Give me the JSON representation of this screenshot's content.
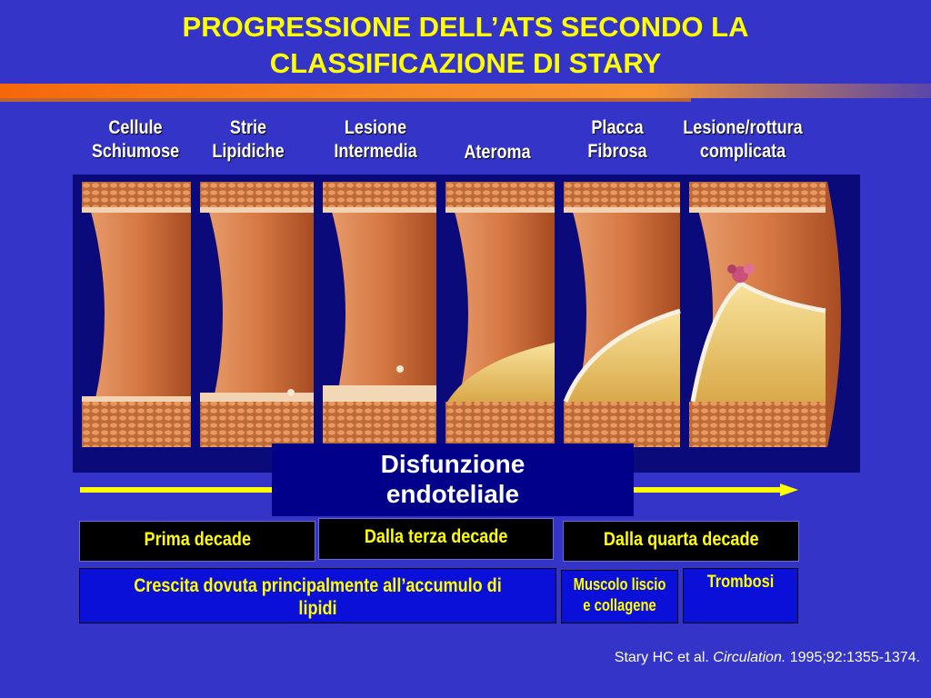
{
  "title": {
    "line1": "PROGRESSIONE DELL’ATS SECONDO LA",
    "line2": "CLASSIFICAZIONE DI STARY"
  },
  "stages": [
    {
      "line1": "Cellule",
      "line2": "Schiumose"
    },
    {
      "line1": "Strie",
      "line2": "Lipidiche"
    },
    {
      "line1": "Lesione",
      "line2": "Intermedia"
    },
    {
      "line1": "Ateroma",
      "line2": ""
    },
    {
      "line1": "Placca",
      "line2": "Fibrosa"
    },
    {
      "line1": "Lesione/rottura",
      "line2": "complicata"
    }
  ],
  "endothelial": {
    "line1": "Disfunzione",
    "line2": "endoteliale"
  },
  "decades": {
    "first": "Prima decade",
    "third": "Dalla terza decade",
    "fourth": "Dalla quarta decade"
  },
  "growth": {
    "lipids_line1": "Crescita dovuta principalmente all’accumulo di",
    "lipids_line2": "lipidi",
    "muscle_line1": "Muscolo liscio",
    "muscle_line2": "e collagene",
    "thrombosis": "Trombosi"
  },
  "citation": {
    "authors": "Stary HC et al.",
    "journal": "Circulation.",
    "ref": "1995;92:1355-1374."
  },
  "colors": {
    "background": "#3434c8",
    "title": "#ffff00",
    "accent_stripe": "#ff8c1a",
    "box_text": "#ffff00",
    "arrow": "#ffff00"
  }
}
